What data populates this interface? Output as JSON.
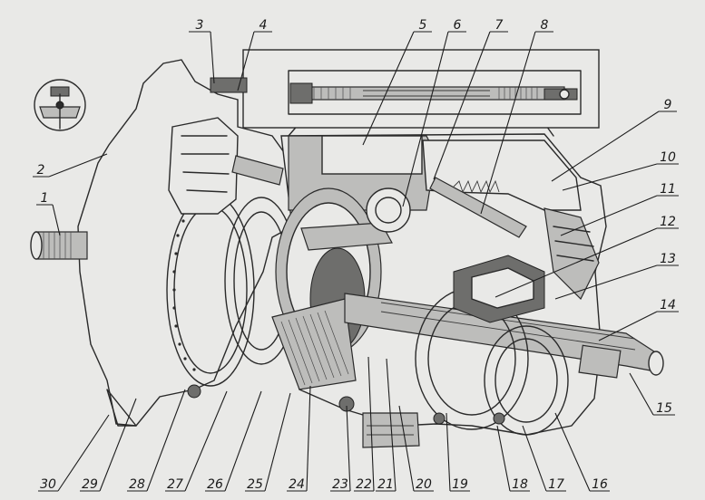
{
  "callouts": [
    {
      "id": 1,
      "label": "1"
    },
    {
      "id": 2,
      "label": "2"
    },
    {
      "id": 3,
      "label": "3"
    },
    {
      "id": 4,
      "label": "4"
    },
    {
      "id": 5,
      "label": "5"
    },
    {
      "id": 6,
      "label": "6"
    },
    {
      "id": 7,
      "label": "7"
    },
    {
      "id": 8,
      "label": "8"
    },
    {
      "id": 9,
      "label": "9"
    },
    {
      "id": 10,
      "label": "10"
    },
    {
      "id": 11,
      "label": "11"
    },
    {
      "id": 12,
      "label": "12"
    },
    {
      "id": 13,
      "label": "13"
    },
    {
      "id": 14,
      "label": "14"
    },
    {
      "id": 15,
      "label": "15"
    },
    {
      "id": 16,
      "label": "16"
    },
    {
      "id": 17,
      "label": "17"
    },
    {
      "id": 18,
      "label": "18"
    },
    {
      "id": 19,
      "label": "19"
    },
    {
      "id": 20,
      "label": "20"
    },
    {
      "id": 21,
      "label": "21"
    },
    {
      "id": 22,
      "label": "22"
    },
    {
      "id": 23,
      "label": "23"
    },
    {
      "id": 24,
      "label": "24"
    },
    {
      "id": 25,
      "label": "25"
    },
    {
      "id": 26,
      "label": "26"
    },
    {
      "id": 27,
      "label": "27"
    },
    {
      "id": 28,
      "label": "28"
    },
    {
      "id": 29,
      "label": "29"
    },
    {
      "id": 30,
      "label": "30"
    }
  ]
}
